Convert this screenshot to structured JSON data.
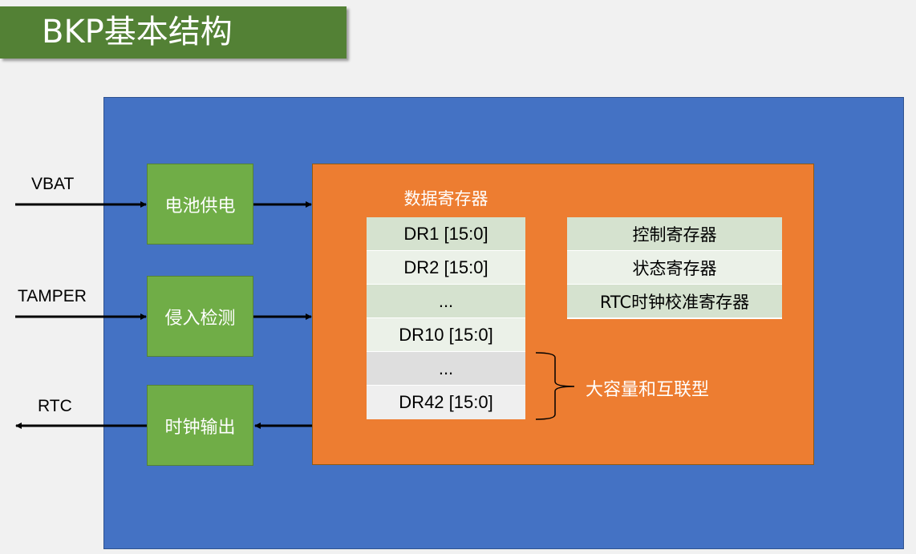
{
  "title": "BKP基本结构",
  "colors": {
    "title_bg": "#538135",
    "outer_bg": "#4472C4",
    "module_bg": "#70AD47",
    "core_bg": "#ED7D31",
    "row_dark": "#D5E2CF",
    "row_light": "#EBF1E8"
  },
  "external_signals": [
    {
      "label": "VBAT",
      "direction": "in"
    },
    {
      "label": "TAMPER",
      "direction": "in"
    },
    {
      "label": "RTC",
      "direction": "out"
    }
  ],
  "modules": [
    {
      "label": "电池供电"
    },
    {
      "label": "侵入检测"
    },
    {
      "label": "时钟输出"
    }
  ],
  "data_registers": {
    "title": "数据寄存器",
    "rows": [
      "DR1 [15:0]",
      "DR2 [15:0]",
      "...",
      "DR10 [15:0]",
      "...",
      "DR42 [15:0]"
    ]
  },
  "control_registers": {
    "rows": [
      "控制寄存器",
      "状态寄存器",
      "RTC时钟校准寄存器"
    ]
  },
  "brace_note": "大容量和互联型"
}
